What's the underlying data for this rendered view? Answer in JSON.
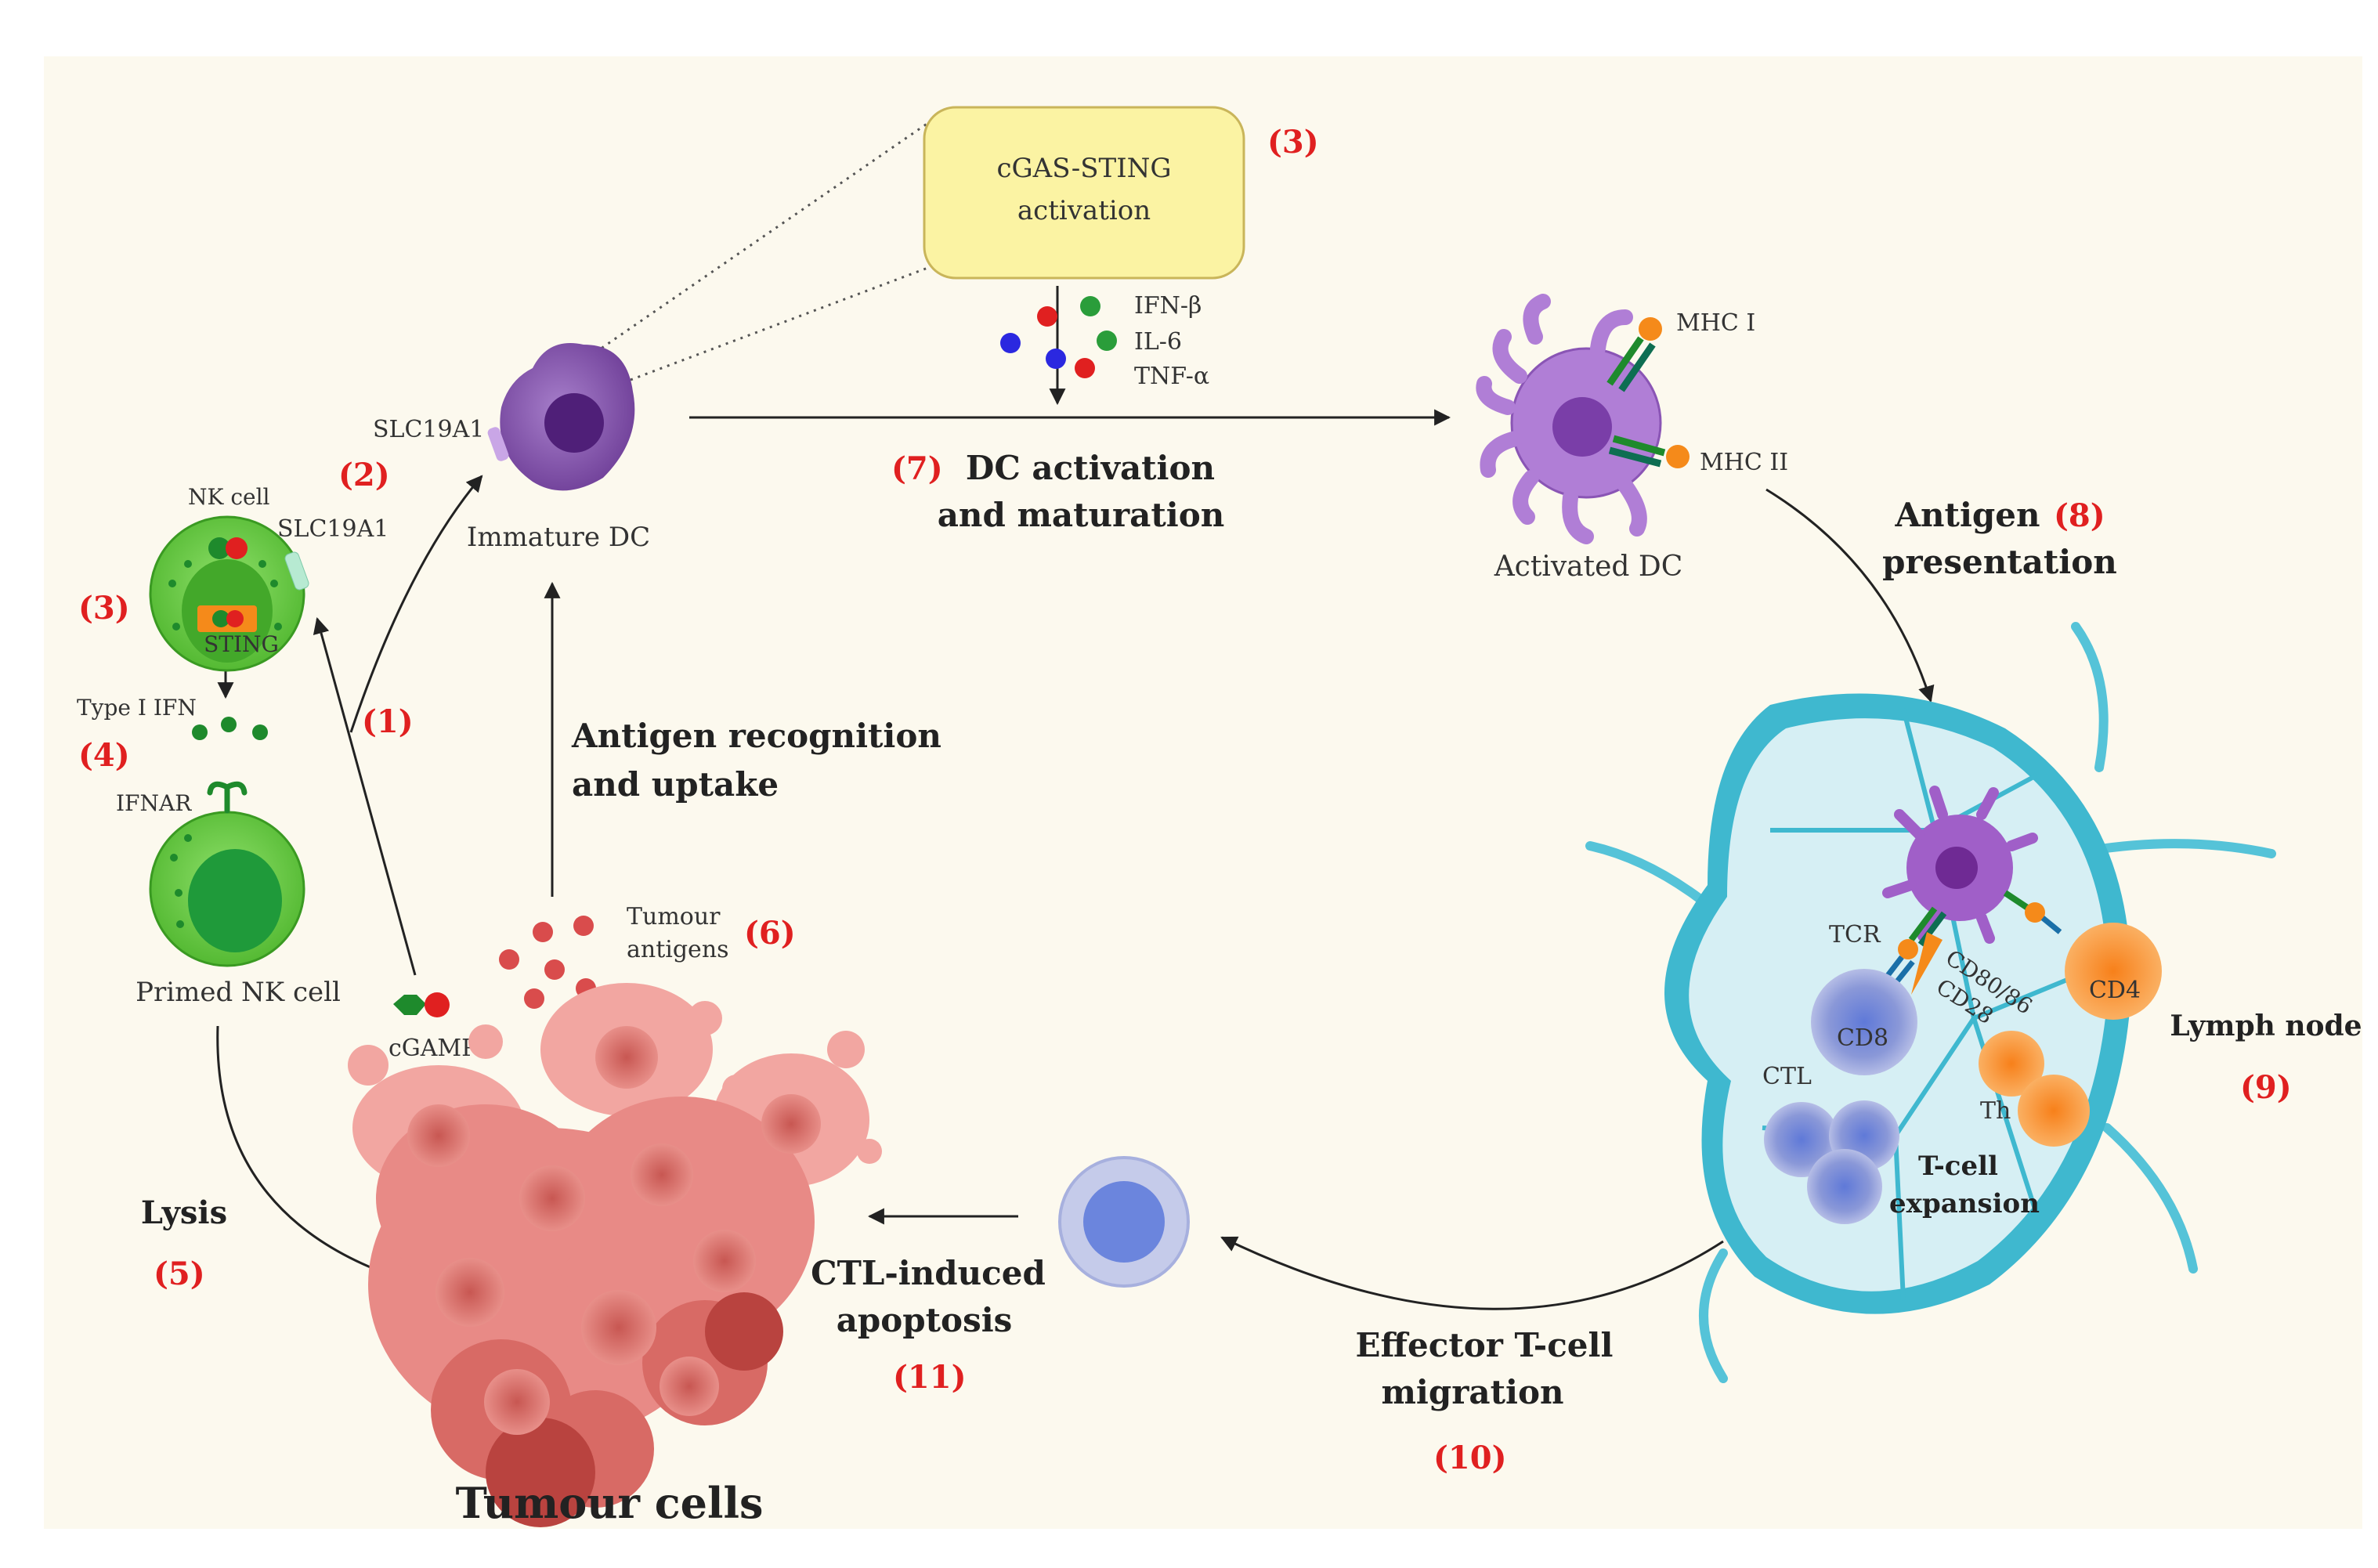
{
  "colors": {
    "background": "#fcf9ee",
    "step_number": "#e02020",
    "nk_green": "#59c43a",
    "dc_purple": "#8a5bb0",
    "activated_dc": "#b07ed6",
    "tumour_pink": "#e88a86",
    "tumour_dark": "#b9433f",
    "lymph_blue": "#3fb8cf",
    "t_cell_blue": "#8c98d8",
    "th_orange": "#f79a2e",
    "cgas_box_fill": "#fbf3a3",
    "cgas_box_stroke": "#c9b55a",
    "ifn_beta_dot": "#2a9d3a",
    "il6_dot": "#e02020",
    "tnf_dot": "#2b28e0"
  },
  "labels": {
    "nk_cell": "NK cell",
    "slc19a1_nk": "SLC19A1",
    "sting": "STING",
    "type_i_ifn": "Type I IFN",
    "ifnar": "IFNAR",
    "primed_nk": "Primed NK cell",
    "cgamp": "cGAMP",
    "slc19a1_dc": "SLC19A1",
    "immature_dc": "Immature DC",
    "cgas_line1": "cGAS-STING",
    "cgas_line2": "activation",
    "ifn_beta": "IFN-β",
    "il6": "IL-6",
    "tnf_alpha": "TNF-α",
    "mhc_i": "MHC I",
    "mhc_ii": "MHC II",
    "activated_dc": "Activated DC",
    "tumour_antigens_1": "Tumour",
    "tumour_antigens_2": "antigens",
    "tumour_cells": "Tumour cells",
    "tcr": "TCR",
    "cd80_86": "CD80/86",
    "cd28": "CD28",
    "cd4": "CD4",
    "cd8": "CD8",
    "ctl": "CTL",
    "th": "Th",
    "lymph_node": "Lymph node",
    "t_cell_expansion_1": "T-cell",
    "t_cell_expansion_2": "expansion"
  },
  "steps": {
    "s1": "(1)",
    "s2": "(2)",
    "s3_nk": "(3)",
    "s3_cgas": "(3)",
    "s4": "(4)",
    "s5": "(5)",
    "s6": "(6)",
    "s7": "(7)",
    "s8": "(8)",
    "s9": "(9)",
    "s10": "(10)",
    "s11": "(11)"
  },
  "process_labels": {
    "lysis": "Lysis",
    "dc_activation_1": "DC activation",
    "dc_activation_2": "and maturation",
    "antigen_recognition_1": "Antigen recognition",
    "antigen_recognition_2": "and uptake",
    "antigen_presentation_1": "Antigen",
    "antigen_presentation_2": "presentation",
    "ctl_apoptosis_1": "CTL-induced",
    "ctl_apoptosis_2": "apoptosis",
    "effector_migration_1": "Effector T-cell",
    "effector_migration_2": "migration"
  }
}
